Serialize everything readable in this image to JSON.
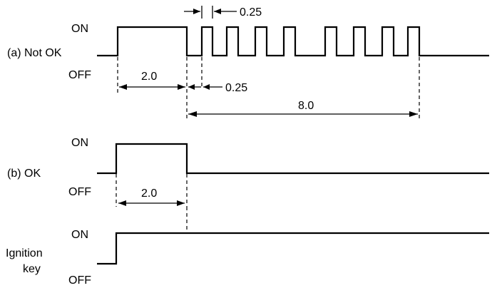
{
  "labels": {
    "on": "ON",
    "off": "OFF",
    "row_a": "(a) Not OK",
    "row_b": "(b) OK",
    "ignition_line1": "Ignition",
    "ignition_line2": "key"
  },
  "dimensions": {
    "on_time_a": "2.0",
    "pulse_period_top": "0.25",
    "pulse_period_bottom": "0.25",
    "blink_span": "8.0",
    "on_time_b": "2.0"
  },
  "colors": {
    "ink": "#000000",
    "background": "#ffffff"
  }
}
